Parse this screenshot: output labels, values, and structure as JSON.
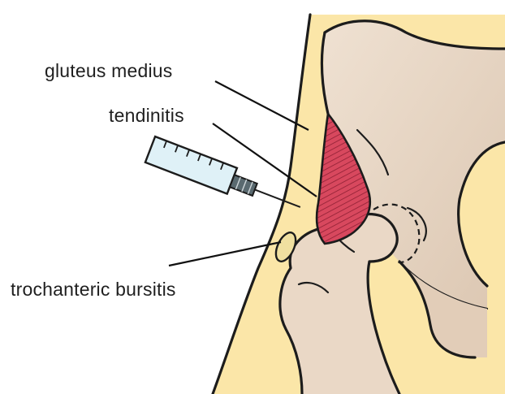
{
  "labels": {
    "gluteus_medius": "gluteus medius",
    "tendinitis": "tendinitis",
    "trochanteric_bursitis": "trochanteric bursitis"
  },
  "colors": {
    "skin": "#fbe6a8",
    "bone": "#ead8c6",
    "bone_shadow": "#d5bfaa",
    "tendon": "#d8485e",
    "tendon_dark": "#8e1f33",
    "bursa": "#f0e0a0",
    "syringe_body": "#dff1f7",
    "outline": "#1c1c1c"
  },
  "icons": [
    "syringe-icon"
  ]
}
